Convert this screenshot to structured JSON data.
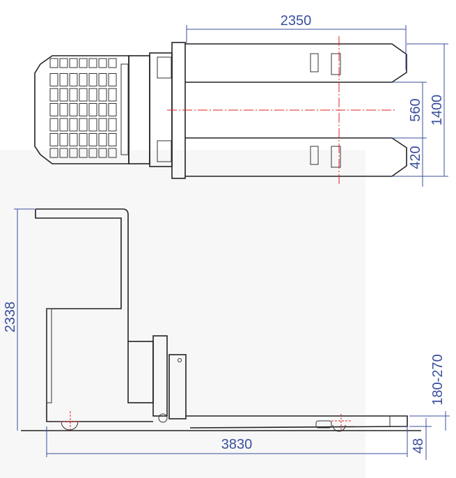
{
  "drawing": {
    "top_view": {
      "dimensions": {
        "overall_fork_length": "2350",
        "overall_width": "1400",
        "fork_gap": "560",
        "fork_width": "420"
      }
    },
    "side_view": {
      "dimensions": {
        "overall_height": "2338",
        "overall_length": "3830",
        "fork_height_range": "180-270",
        "lowered_fork_height": "48"
      }
    },
    "colors": {
      "dimension": "#3a4f9e",
      "centerline": "#e02020",
      "outline": "#222222"
    }
  }
}
